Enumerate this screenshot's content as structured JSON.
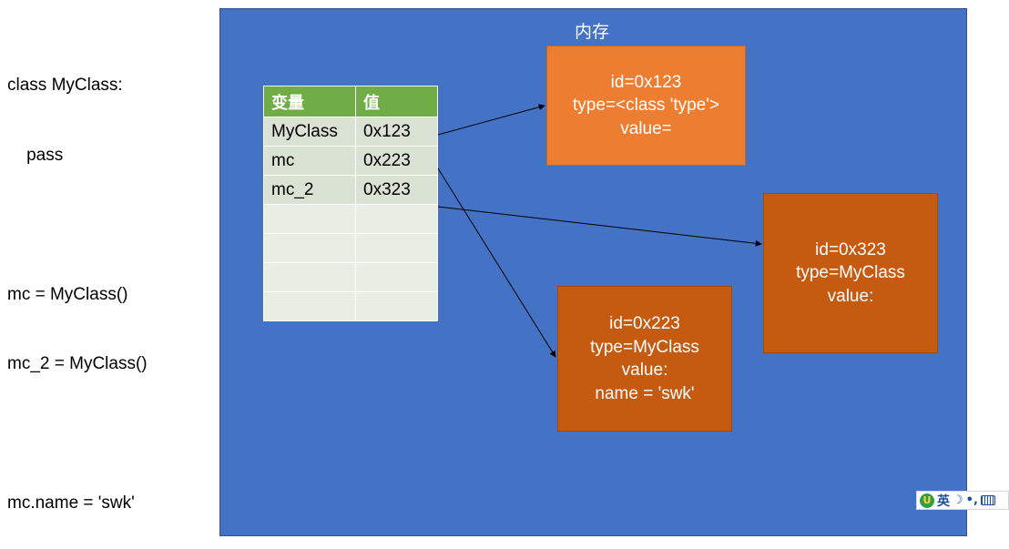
{
  "code": {
    "lines": [
      "class MyClass:",
      "    pass",
      "",
      "mc = MyClass()",
      "mc_2 = MyClass()",
      "",
      "mc.name = 'swk'"
    ]
  },
  "memory": {
    "title": "内存",
    "table": {
      "headers": [
        "变量",
        "值"
      ],
      "rows": [
        [
          "MyClass",
          "0x123"
        ],
        [
          "mc",
          "0x223"
        ],
        [
          "mc_2",
          "0x323"
        ],
        [
          "",
          ""
        ],
        [
          "",
          ""
        ],
        [
          "",
          ""
        ],
        [
          "",
          ""
        ]
      ]
    },
    "objects": [
      {
        "lines": [
          "id=0x123",
          "type=<class 'type'>",
          "value="
        ],
        "color": "#ed7d31"
      },
      {
        "lines": [
          "id=0x223",
          "type=MyClass",
          "value:",
          "name = 'swk'"
        ],
        "color": "#c55a11"
      },
      {
        "lines": [
          "id=0x323",
          "type=MyClass",
          "value:"
        ],
        "color": "#c55a11"
      }
    ],
    "background": "#4472c4",
    "table_header_color": "#70ad47"
  },
  "ime": {
    "lang": "英",
    "icons": [
      "ime-logo-icon",
      "moon-icon",
      "punctuation-icon",
      "keyboard-icon"
    ]
  }
}
